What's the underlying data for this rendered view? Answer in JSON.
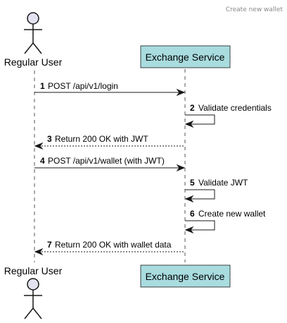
{
  "diagram": {
    "type": "sequence",
    "header": "Create new wallet",
    "participants": {
      "user": {
        "label": "Regular User",
        "shape": "actor",
        "fill": "#e2e2f0"
      },
      "service": {
        "label": "Exchange Service",
        "shape": "participant",
        "fill": "#a9dcdf"
      }
    },
    "messages": [
      {
        "num": "1",
        "text": "POST /api/v1/login",
        "from": "user",
        "to": "service",
        "style": "solid"
      },
      {
        "num": "2",
        "text": "Validate credentials",
        "from": "service",
        "to": "service",
        "style": "solid"
      },
      {
        "num": "3",
        "text": "Return 200 OK with JWT",
        "from": "service",
        "to": "user",
        "style": "dashed"
      },
      {
        "num": "4",
        "text": "POST /api/v1/wallet (with JWT)",
        "from": "user",
        "to": "service",
        "style": "solid"
      },
      {
        "num": "5",
        "text": "Validate JWT",
        "from": "service",
        "to": "service",
        "style": "solid"
      },
      {
        "num": "6",
        "text": "Create new wallet",
        "from": "service",
        "to": "service",
        "style": "solid"
      },
      {
        "num": "7",
        "text": "Return 200 OK with wallet data",
        "from": "service",
        "to": "user",
        "style": "dashed"
      }
    ]
  }
}
